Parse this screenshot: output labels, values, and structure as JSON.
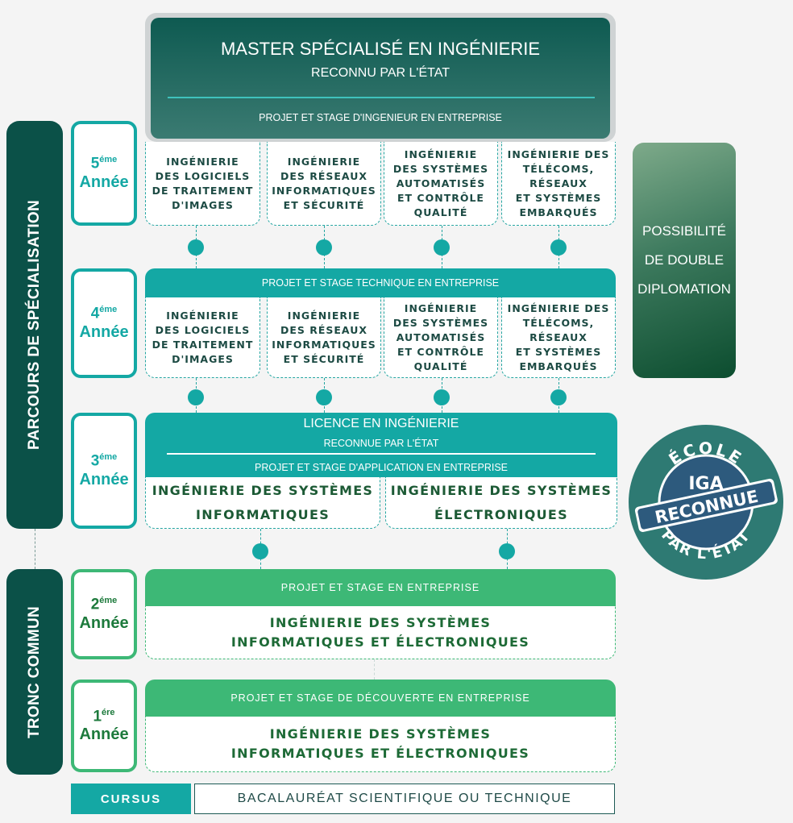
{
  "master": {
    "title": "MASTER SPÉCIALISÉ EN INGÉNIERIE",
    "subtitle": "RECONNU PAR L'ÉTAT",
    "stage": "PROJET ET STAGE D'INGENIEUR EN ENTREPRISE"
  },
  "sidebars": {
    "specialisation": "PARCOURS DE SPÉCIALISATION",
    "tronc": "TRONC COMMUN"
  },
  "years": [
    {
      "num": "5",
      "sup": "éme",
      "label": "Année"
    },
    {
      "num": "4",
      "sup": "éme",
      "label": "Année"
    },
    {
      "num": "3",
      "sup": "éme",
      "label": "Année"
    },
    {
      "num": "2",
      "sup": "éme",
      "label": "Année"
    },
    {
      "num": "1",
      "sup": "ére",
      "label": "Année"
    }
  ],
  "year5_tracks": [
    [
      "INGÉNIERIE",
      "DES LOGICIELS",
      "DE TRAITEMENT",
      "D'IMAGES"
    ],
    [
      "INGÉNIERIE",
      "DES RÉSEAUX",
      "INFORMATIQUES",
      "ET SÉCURITÉ"
    ],
    [
      "INGÉNIERIE",
      "DES SYSTÈMES",
      "AUTOMATISÉS",
      "ET CONTRÔLE",
      "QUALITÉ"
    ],
    [
      "INGÉNIERIE DES",
      "TÉLÉCOMS,",
      "RÉSEAUX",
      "ET SYSTÈMES",
      "EMBARQUÉS"
    ]
  ],
  "year4": {
    "stage": "PROJET ET STAGE TECHNIQUE EN ENTREPRISE",
    "tracks": [
      [
        "INGÉNIERIE",
        "DES LOGICIELS",
        "DE TRAITEMENT",
        "D'IMAGES"
      ],
      [
        "INGÉNIERIE",
        "DES RÉSEAUX",
        "INFORMATIQUES",
        "ET SÉCURITÉ"
      ],
      [
        "INGÉNIERIE",
        "DES SYSTÈMES",
        "AUTOMATISÉS",
        "ET CONTRÔLE",
        "QUALITÉ"
      ],
      [
        "INGÉNIERIE DES",
        "TÉLÉCOMS,",
        "RÉSEAUX",
        "ET SYSTÈMES",
        "EMBARQUÉS"
      ]
    ]
  },
  "year3": {
    "title": "LICENCE EN INGÉNIERIE",
    "subtitle": "RECONNUE PAR L'ÉTAT",
    "stage": "PROJET ET STAGE D'APPLICATION EN ENTREPRISE",
    "tracks": [
      [
        "INGÉNIERIE DES SYSTÈMES",
        "INFORMATIQUES"
      ],
      [
        "INGÉNIERIE DES SYSTÈMES",
        "ÉLECTRONIQUES"
      ]
    ]
  },
  "year2": {
    "stage": "PROJET ET STAGE EN ENTREPRISE",
    "track": [
      "INGÉNIERIE DES SYSTÈMES",
      "INFORMATIQUES ET ÉLECTRONIQUES"
    ]
  },
  "year1": {
    "stage": "PROJET ET STAGE DE DÉCOUVERTE EN ENTREPRISE",
    "track": [
      "INGÉNIERIE DES SYSTÈMES",
      "INFORMATIQUES ET ÉLECTRONIQUES"
    ]
  },
  "double_diploma": [
    "POSSIBILITÉ",
    "DE DOUBLE",
    "DIPLOMATION"
  ],
  "seal": {
    "top": "ÉCOLE",
    "middle1": "IGA",
    "middle2": "RECONNUE",
    "bottom": "PAR L'ÉTAT"
  },
  "cursus": {
    "label": "CURSUS",
    "value": "BACALAURÉAT SCIENTIFIQUE OU TECHNIQUE"
  },
  "colors": {
    "teal": "#14a8a4",
    "dark_green": "#0b5148",
    "green": "#3db876",
    "navy": "#2d5a7d"
  }
}
